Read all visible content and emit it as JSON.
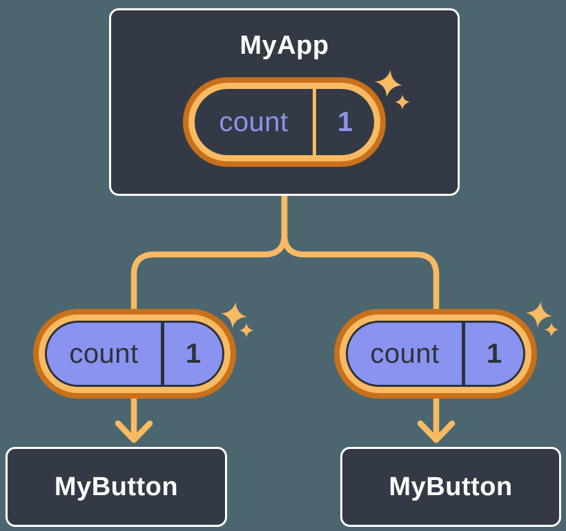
{
  "diagram": {
    "type": "react-component-tree",
    "root": {
      "title": "MyApp",
      "pill": {
        "label": "count",
        "value": "1"
      }
    },
    "children": [
      {
        "title": "MyButton",
        "pill": {
          "label": "count",
          "value": "1"
        }
      },
      {
        "title": "MyButton",
        "pill": {
          "label": "count",
          "value": "1"
        }
      }
    ],
    "icons": [
      "sparkle-icon",
      "arrow-down-icon",
      "connector-lines"
    ],
    "colors": {
      "background": "#4C6670",
      "card_fill": "#333A45",
      "card_border": "#FFFFFF",
      "orange_dark": "#C9701A",
      "orange_light": "#F8BA62",
      "purple_fill": "#8A93EF",
      "purple_text": "#8C95E9",
      "ink_dark": "#2D323C"
    }
  }
}
